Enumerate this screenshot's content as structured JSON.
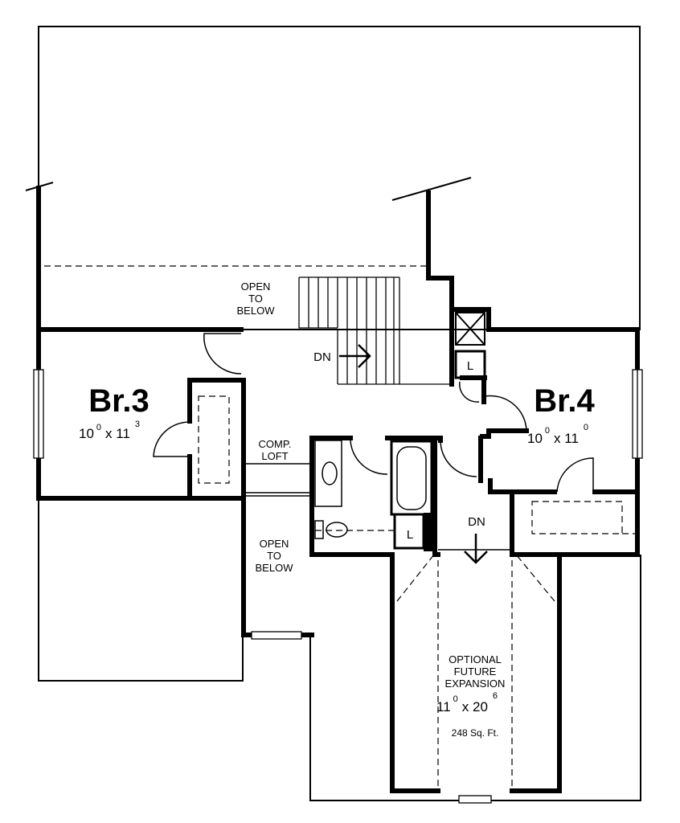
{
  "rooms": {
    "br3": {
      "name": "Br.3",
      "dim_a": "10",
      "dim_a_sup": "0",
      "times": "x 11",
      "dim_b_sup": "3"
    },
    "br4": {
      "name": "Br.4",
      "dim_a": "10",
      "dim_a_sup": "0",
      "times": "x 11",
      "dim_b_sup": "0"
    },
    "expansion": {
      "line1": "OPTIONAL",
      "line2": "FUTURE",
      "line3": "EXPANSION",
      "dim_a": "11",
      "dim_a_sup": "0",
      "times": "x 20",
      "dim_b_sup": "6",
      "area": "248 Sq. Ft."
    }
  },
  "labels": {
    "open_to_below_top": [
      "OPEN",
      "TO",
      "BELOW"
    ],
    "open_to_below_bottom": [
      "OPEN",
      "TO",
      "BELOW"
    ],
    "comp_loft": [
      "COMP.",
      "LOFT"
    ],
    "stair_dn": "DN",
    "hall_dn": "DN",
    "linen_1": "L",
    "linen_2": "L"
  }
}
